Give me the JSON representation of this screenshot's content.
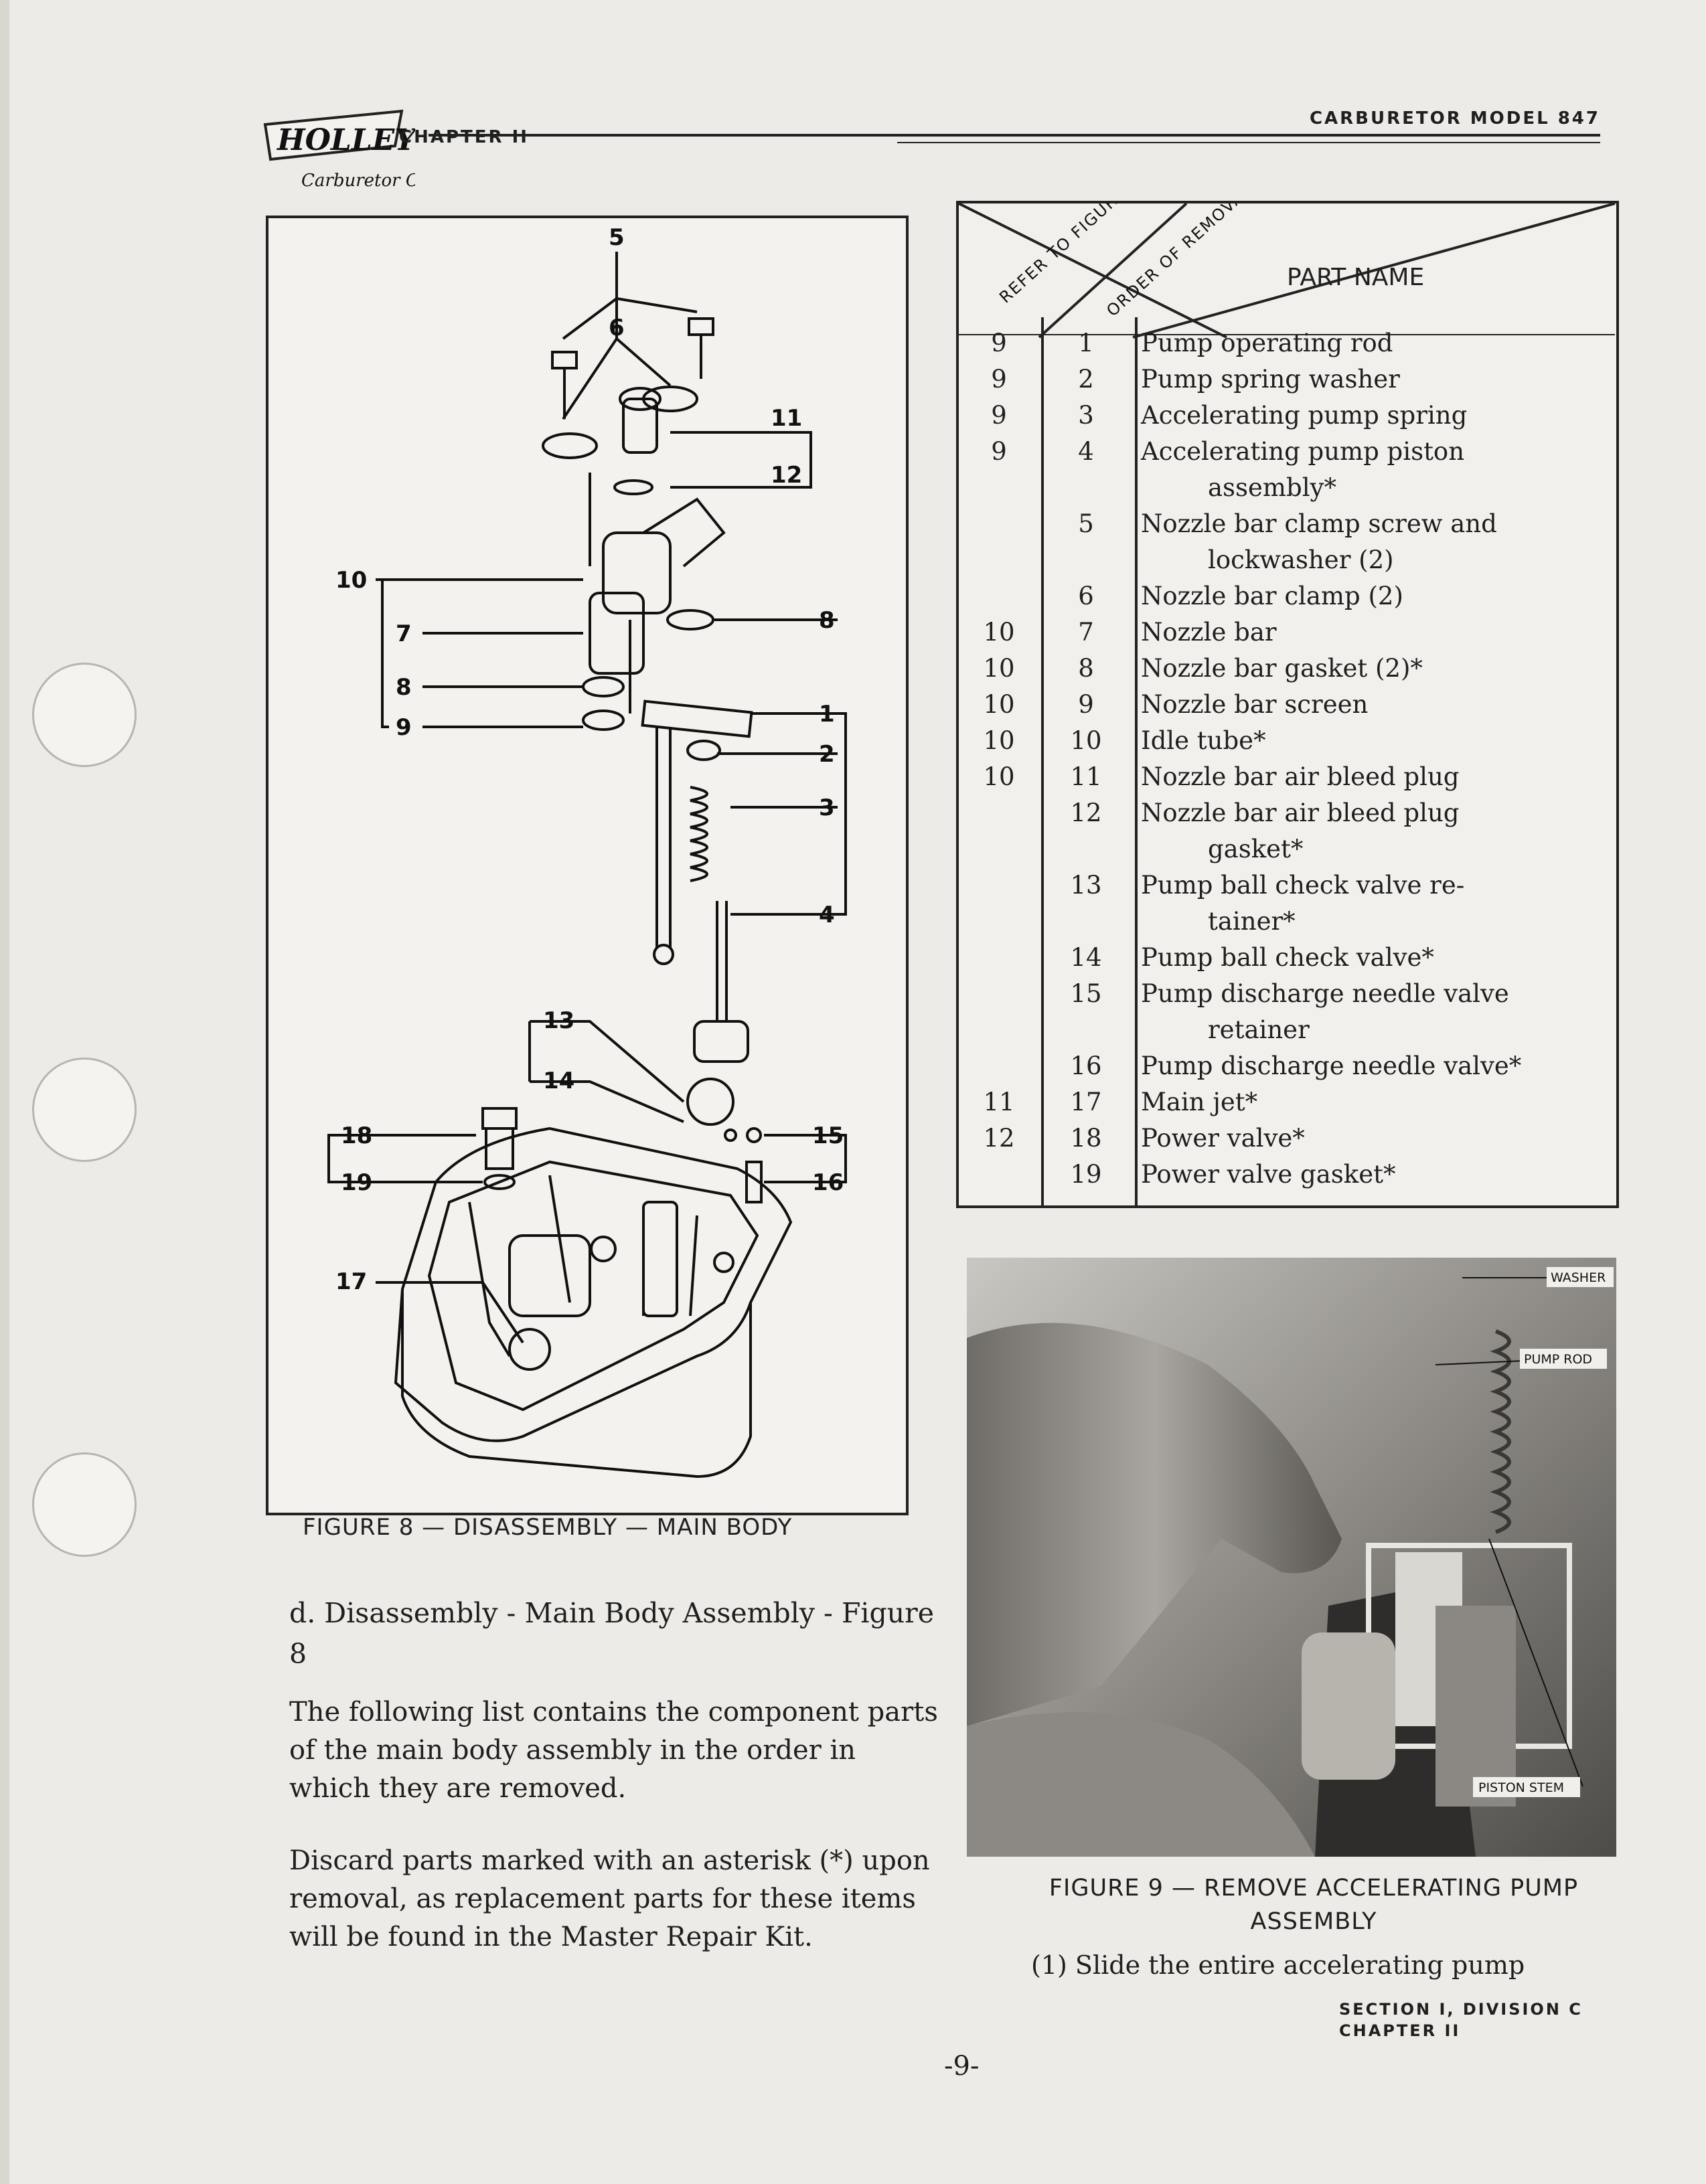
{
  "header": {
    "logo_text": "HOLLEY",
    "logo_sub": "Carburetor Co",
    "chapter": "CHAPTER II",
    "model": "CARBURETOR MODEL 847"
  },
  "figure8": {
    "caption": "FIGURE 8 — DISASSEMBLY — MAIN BODY",
    "callouts": [
      "5",
      "6",
      "11",
      "12",
      "10",
      "7",
      "8",
      "8",
      "9",
      "1",
      "2",
      "3",
      "4",
      "13",
      "14",
      "15",
      "16",
      "18",
      "19",
      "17"
    ]
  },
  "text": {
    "subhead": "d.  Disassembly - Main Body Assembly - Figure 8",
    "para1": "The following list contains the component parts of the main body assembly in the order in which they are removed.",
    "para2": "Discard parts marked with an asterisk (*) upon removal, as replacement parts for these items will be found in the Master Repair Kit."
  },
  "table": {
    "head_refer": "REFER TO FIGURE NO.",
    "head_order": "ORDER OF REMOVAL",
    "head_part": "PART NAME",
    "rows": [
      {
        "fig": "9",
        "order": "1",
        "name": "Pump operating rod",
        "cont": ""
      },
      {
        "fig": "9",
        "order": "2",
        "name": "Pump spring washer",
        "cont": ""
      },
      {
        "fig": "9",
        "order": "3",
        "name": "Accelerating pump spring",
        "cont": ""
      },
      {
        "fig": "9",
        "order": "4",
        "name": "Accelerating pump piston",
        "cont": "assembly*"
      },
      {
        "fig": "",
        "order": "5",
        "name": "Nozzle bar clamp screw and",
        "cont": "lockwasher (2)"
      },
      {
        "fig": "",
        "order": "6",
        "name": "Nozzle bar clamp (2)",
        "cont": ""
      },
      {
        "fig": "10",
        "order": "7",
        "name": "Nozzle bar",
        "cont": ""
      },
      {
        "fig": "10",
        "order": "8",
        "name": "Nozzle bar gasket (2)*",
        "cont": ""
      },
      {
        "fig": "10",
        "order": "9",
        "name": "Nozzle bar screen",
        "cont": ""
      },
      {
        "fig": "10",
        "order": "10",
        "name": "Idle tube*",
        "cont": ""
      },
      {
        "fig": "10",
        "order": "11",
        "name": "Nozzle bar air bleed plug",
        "cont": ""
      },
      {
        "fig": "",
        "order": "12",
        "name": "Nozzle bar air bleed plug",
        "cont": "gasket*"
      },
      {
        "fig": "",
        "order": "13",
        "name": "Pump ball check valve re-",
        "cont": "tainer*"
      },
      {
        "fig": "",
        "order": "14",
        "name": "Pump ball check valve*",
        "cont": ""
      },
      {
        "fig": "",
        "order": "15",
        "name": "Pump discharge needle valve",
        "cont": "retainer"
      },
      {
        "fig": "",
        "order": "16",
        "name": "Pump discharge needle valve*",
        "cont": ""
      },
      {
        "fig": "11",
        "order": "17",
        "name": "Main jet*",
        "cont": ""
      },
      {
        "fig": "12",
        "order": "18",
        "name": "Power valve*",
        "cont": ""
      },
      {
        "fig": "",
        "order": "19",
        "name": "Power valve gasket*",
        "cont": ""
      }
    ]
  },
  "figure9": {
    "labels": {
      "washer": "WASHER",
      "pump_rod": "PUMP ROD",
      "piston_stem": "PISTON STEM"
    },
    "caption_line1": "FIGURE 9 — REMOVE ACCELERATING PUMP",
    "caption_line2": "ASSEMBLY",
    "step": "(1)  Slide the entire accelerating pump"
  },
  "footer": {
    "section_line1": "SECTION I,  DIVISION C",
    "section_line2": "CHAPTER II",
    "page": "-9-"
  }
}
